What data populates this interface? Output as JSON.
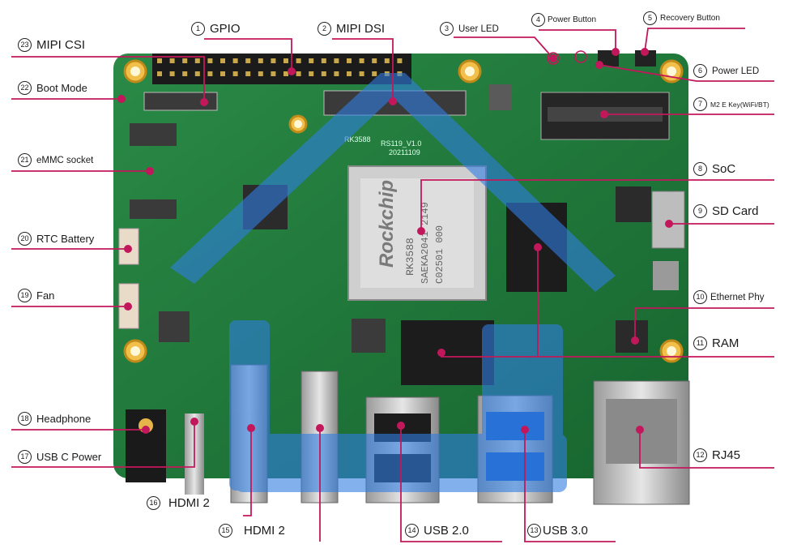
{
  "image_alt": "Single board computer (RK3588) with numbered component callouts",
  "colors": {
    "leader": "#c2185b",
    "board": "#1f7a3a",
    "overlay": "#2f7de1"
  },
  "silkscreen": {
    "soc_brand": "Rockchip",
    "soc_model": "RK3588",
    "soc_line2": "SAEKA2041 2149",
    "soc_line3": "C02501 000",
    "board_rev": "RS119_V1.0",
    "board_date": "20211109",
    "board_name": "RK3588"
  },
  "labels": [
    {
      "n": "1",
      "text": "GPIO"
    },
    {
      "n": "2",
      "text": "MIPI DSI"
    },
    {
      "n": "3",
      "text": "User LED"
    },
    {
      "n": "4",
      "text": "Power Button"
    },
    {
      "n": "5",
      "text": "Recovery Button"
    },
    {
      "n": "6",
      "text": "Power LED"
    },
    {
      "n": "7",
      "text": "M2 E Key(WiFi/BT)"
    },
    {
      "n": "8",
      "text": "SoC"
    },
    {
      "n": "9",
      "text": "SD Card"
    },
    {
      "n": "10",
      "text": "Ethernet Phy"
    },
    {
      "n": "11",
      "text": "RAM"
    },
    {
      "n": "12",
      "text": "RJ45"
    },
    {
      "n": "13",
      "text": "USB 3.0"
    },
    {
      "n": "14",
      "text": "USB 2.0"
    },
    {
      "n": "15",
      "text": "HDMI 2"
    },
    {
      "n": "16",
      "text": "HDMI 2"
    },
    {
      "n": "17",
      "text": "USB C Power"
    },
    {
      "n": "18",
      "text": "Headphone"
    },
    {
      "n": "19",
      "text": "Fan"
    },
    {
      "n": "20",
      "text": "RTC Battery"
    },
    {
      "n": "21",
      "text": "eMMC socket"
    },
    {
      "n": "22",
      "text": "Boot Mode"
    },
    {
      "n": "23",
      "text": "MIPI CSI"
    }
  ]
}
